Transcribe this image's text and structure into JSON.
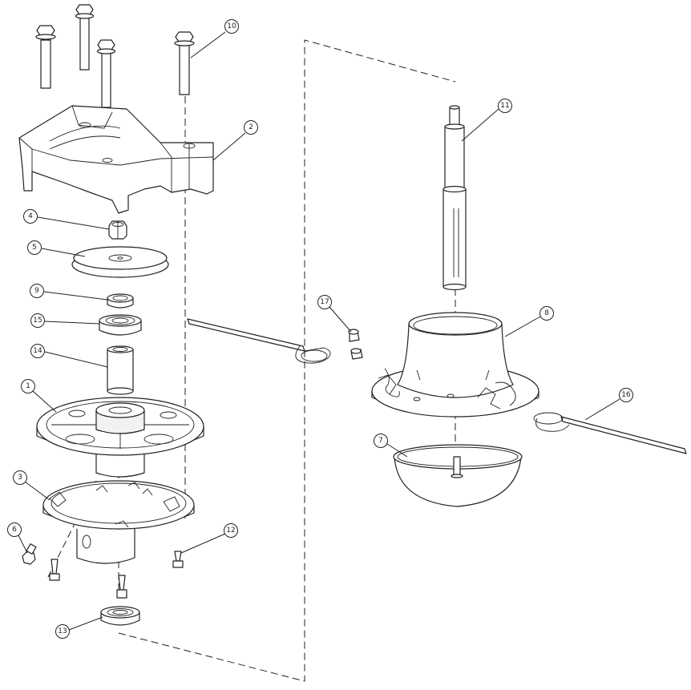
{
  "callouts": [
    {
      "id": "1",
      "label": "1"
    },
    {
      "id": "2",
      "label": "2"
    },
    {
      "id": "3",
      "label": "3"
    },
    {
      "id": "4",
      "label": "4"
    },
    {
      "id": "5",
      "label": "5"
    },
    {
      "id": "6",
      "label": "6"
    },
    {
      "id": "7",
      "label": "7"
    },
    {
      "id": "8",
      "label": "8"
    },
    {
      "id": "9",
      "label": "9"
    },
    {
      "id": "10",
      "label": "10"
    },
    {
      "id": "11",
      "label": "11"
    },
    {
      "id": "12",
      "label": "12"
    },
    {
      "id": "13",
      "label": "13"
    },
    {
      "id": "14",
      "label": "14"
    },
    {
      "id": "15",
      "label": "15"
    },
    {
      "id": "16",
      "label": "16"
    },
    {
      "id": "17",
      "label": "17"
    }
  ],
  "colors": {
    "line": "#222222",
    "background": "#ffffff",
    "fill": "#ffffff"
  }
}
